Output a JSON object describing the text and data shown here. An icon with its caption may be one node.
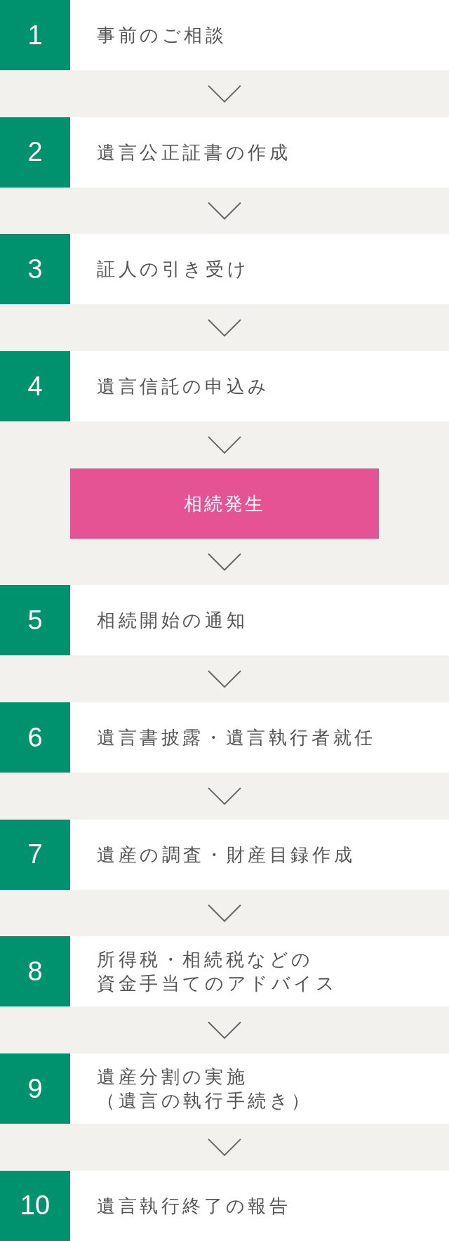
{
  "diagram": {
    "nodes": [
      {
        "text": [
          "1",
          "事前のご相談"
        ]
      },
      {
        "text": [
          "2",
          "遺言公正証書の作成"
        ]
      },
      {
        "text": [
          "3",
          "証人の引き受け"
        ]
      },
      {
        "text": [
          "4",
          "遺言信託の申込み"
        ]
      },
      {
        "text": [
          "相続発生"
        ]
      },
      {
        "text": [
          "5",
          "相続開始の通知"
        ]
      },
      {
        "text": [
          "6",
          "遺言書披露・遺言執行者就任"
        ]
      },
      {
        "text": [
          "7",
          "遺産の調査・財産目録作成"
        ]
      },
      {
        "text": [
          "8",
          "所得税・相続税などの資金手当てのアドバイス"
        ]
      },
      {
        "text": [
          "9",
          "遺産分割の実施（遺言の執行手続き）"
        ]
      },
      {
        "text": [
          "10",
          "遺言執行終了の報告"
        ]
      }
    ],
    "edges": [
      {
        "from": 0,
        "to": 1,
        "arrow": "to"
      },
      {
        "from": 1,
        "to": 2,
        "arrow": "to"
      },
      {
        "from": 2,
        "to": 3,
        "arrow": "to"
      },
      {
        "from": 3,
        "to": 4,
        "arrow": "to"
      },
      {
        "from": 4,
        "to": 5,
        "arrow": "to"
      },
      {
        "from": 5,
        "to": 6,
        "arrow": "to"
      },
      {
        "from": 6,
        "to": 7,
        "arrow": "to"
      },
      {
        "from": 7,
        "to": 8,
        "arrow": "to"
      },
      {
        "from": 8,
        "to": 9,
        "arrow": "to"
      },
      {
        "from": 9,
        "to": 10,
        "arrow": "to"
      }
    ]
  }
}
